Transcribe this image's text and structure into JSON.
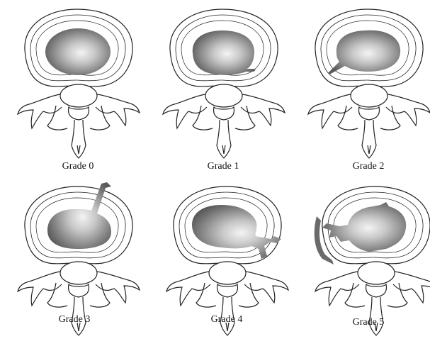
{
  "grades": [
    {
      "label": "Grade 0"
    },
    {
      "label": "Grade 1"
    },
    {
      "label": "Grade 2"
    },
    {
      "label": "Grade 3"
    },
    {
      "label": "Grade 4"
    },
    {
      "label": "Grade 5"
    }
  ]
}
